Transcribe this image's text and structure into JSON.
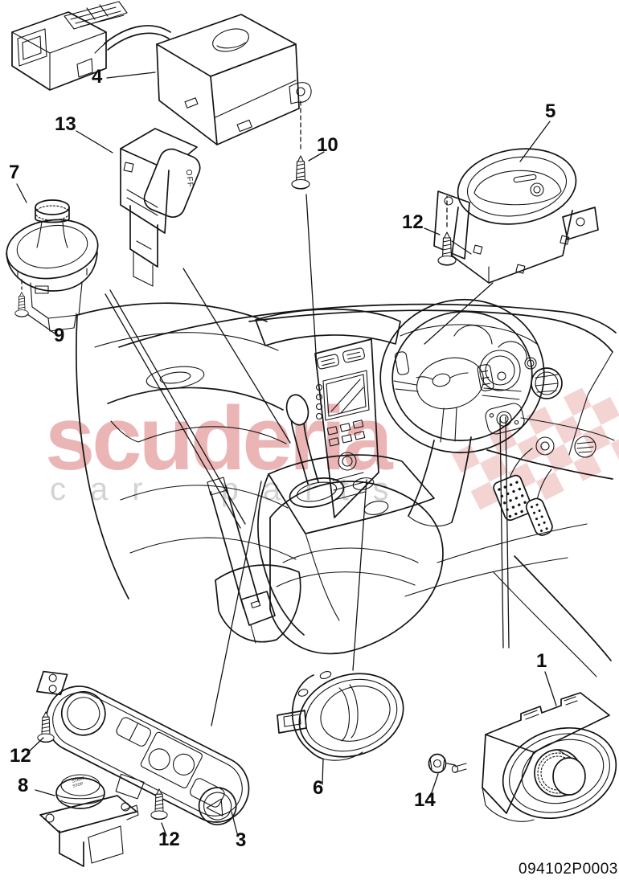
{
  "diagram": {
    "part_number": "094102P0003",
    "watermark": {
      "brand": "scuderia",
      "sub": "car parts"
    },
    "callouts": {
      "item1": "1",
      "item3": "3",
      "item4": "4",
      "item5": "5",
      "item6": "6",
      "item7": "7",
      "item8": "8",
      "item9": "9",
      "item10": "10",
      "item12_upper": "12",
      "item12_left": "12",
      "item12_mid": "12",
      "item13": "13",
      "item14": "14"
    },
    "inscriptions": {
      "switch13": "OFF",
      "switch8_line1": "START",
      "switch8_line2": "STOP"
    },
    "colors": {
      "line": "#141414",
      "watermark_text": "#d96d6d",
      "watermark_sub": "#c9c9c9",
      "flag": "#e9a8a8"
    }
  }
}
